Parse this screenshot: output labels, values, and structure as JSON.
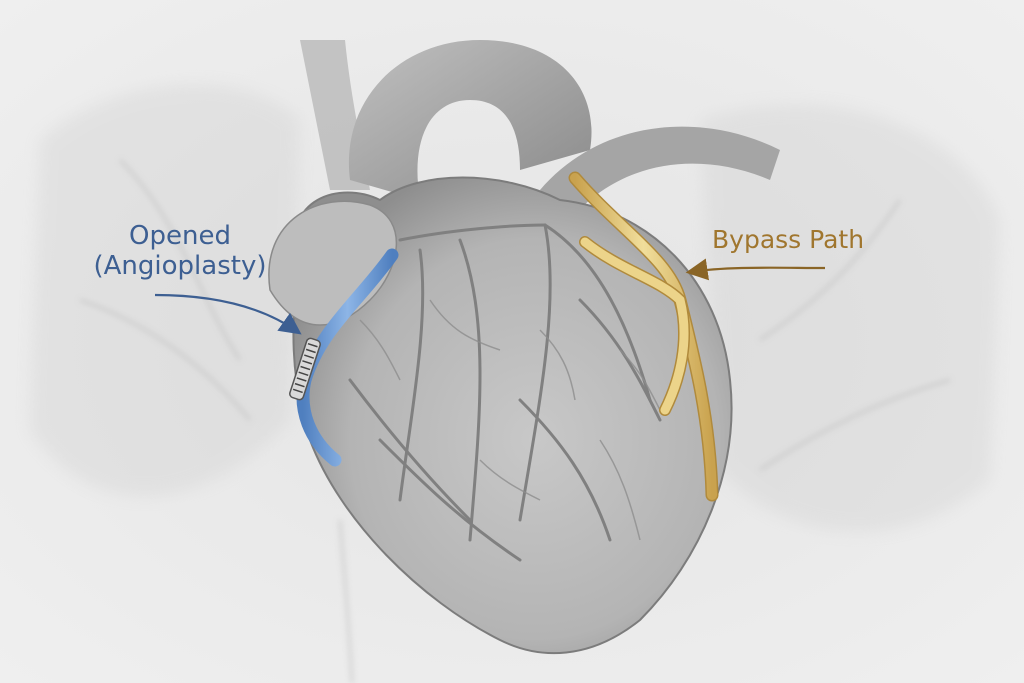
{
  "illustration": {
    "subject": "heart with coronary arteries",
    "background_color": "#e9e9e9"
  },
  "labels": {
    "angioplasty": {
      "line1": "Opened",
      "line2": "(Angioplasty)",
      "color": "#3d5f92"
    },
    "bypass": {
      "text": "Bypass Path",
      "color": "#a0762e"
    }
  },
  "highlights": {
    "stented_artery_color": "#6f9fd8",
    "bypass_graft_color": "#e6cc7a"
  }
}
